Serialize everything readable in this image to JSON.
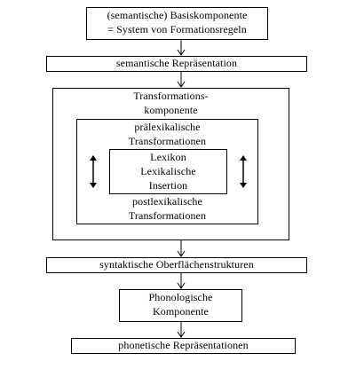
{
  "diagram": {
    "base_component": {
      "line1": "(semantische) Basiskomponente",
      "line2": "= System von Formationsregeln"
    },
    "semantic_representation": "semantische Repräsentation",
    "transformation_component": {
      "line1": "Transformations-",
      "line2": "komponente"
    },
    "prelexical": {
      "line1": "prälexikalische",
      "line2": "Transformationen"
    },
    "lexicon": {
      "line1": "Lexikon",
      "line2": "Lexikalische",
      "line3": "Insertion"
    },
    "postlexical": {
      "line1": "postlexikalische",
      "line2": "Transformationen"
    },
    "syntactic_surface": "syntaktische Oberflächenstrukturen",
    "phonological_component": {
      "line1": "Phonologische",
      "line2": "Komponente"
    },
    "phonetic_representations": "phonetische Repräsentationen"
  }
}
